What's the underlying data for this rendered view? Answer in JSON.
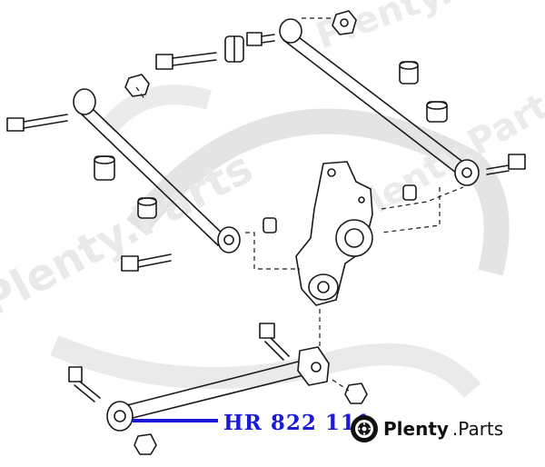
{
  "diagram": {
    "part_number": "HR 822 111",
    "watermark_text": "Plenty.Parts",
    "brand_bold": "Plenty",
    "brand_light": ".Parts",
    "brand_icon": "gear-wheel-icon",
    "colors": {
      "callout": "#1a1ad8",
      "line_art": "#1a1a1a",
      "watermark": "#cfcfcf",
      "background": "#ffffff"
    }
  }
}
